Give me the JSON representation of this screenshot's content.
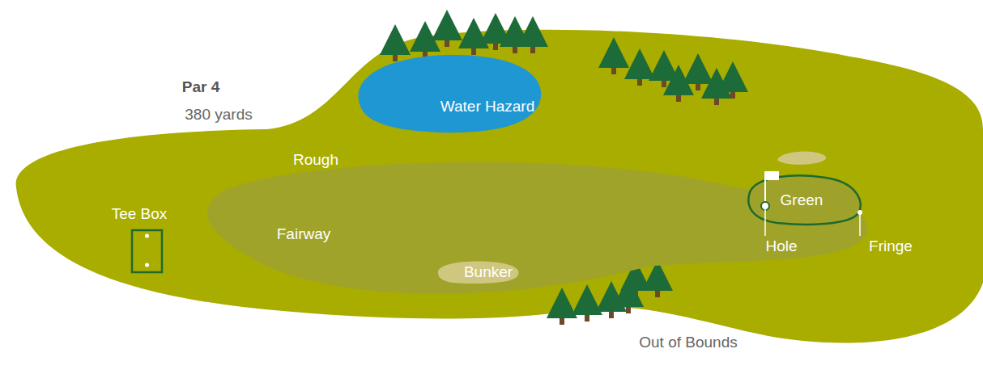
{
  "diagram": {
    "nodes": [
      {
        "text": [
          "Water Hazard"
        ]
      },
      {
        "text": [
          "Tee Box"
        ]
      },
      {
        "text": [
          "Fairway"
        ]
      },
      {
        "text": [
          "Bunker"
        ],
        "in": 2
      },
      {
        "text": [
          "Green"
        ]
      }
    ],
    "labels": [
      "Par 4",
      "380 yards",
      "Rough",
      "Hole",
      "Fringe",
      "Out of Bounds"
    ]
  }
}
